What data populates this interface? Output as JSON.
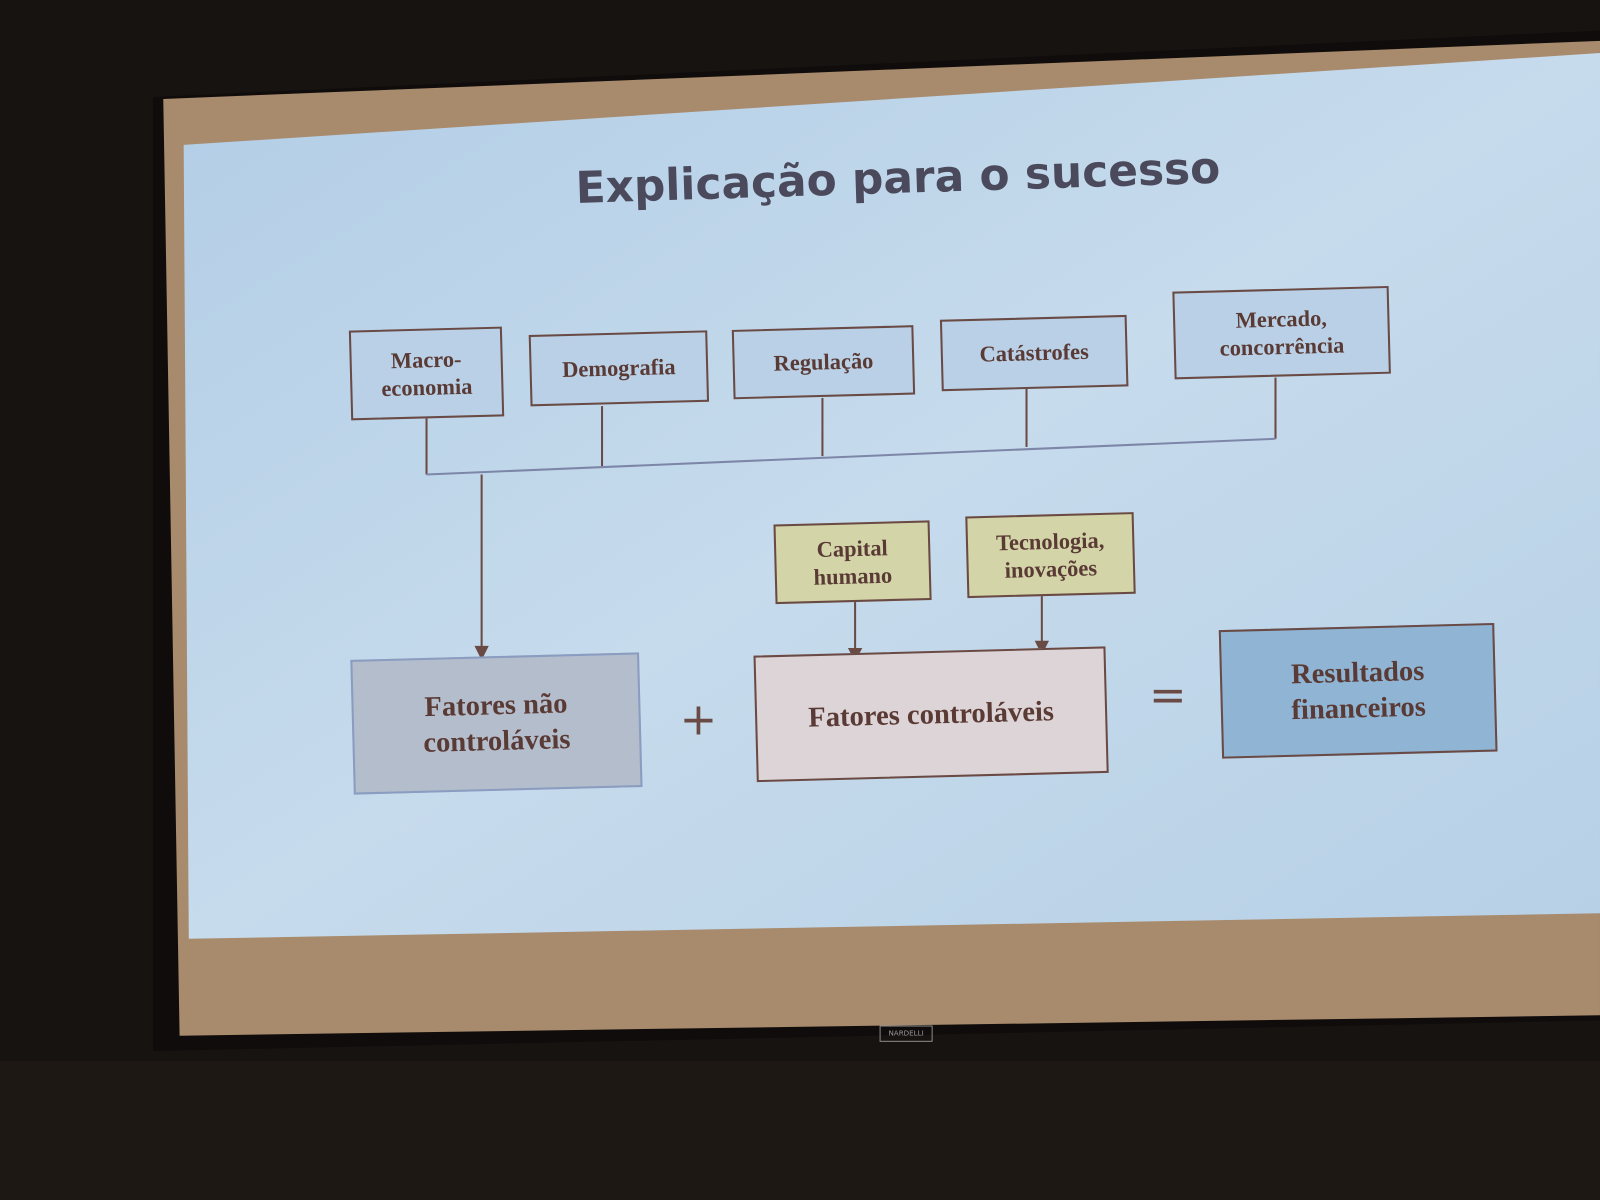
{
  "slide": {
    "title": "Explicação para o sucesso",
    "external_factors": [
      "Macro-\neconomia",
      "Demografia",
      "Regulação",
      "Catástrofes",
      "Mercado,\nconcorrência"
    ],
    "internal_drivers": [
      "Capital\nhumano",
      "Tecnologia,\ninovações"
    ],
    "uncontrollable": "Fatores não\ncontroláveis",
    "plus": "+",
    "controllable": "Fatores controláveis",
    "equals": "=",
    "result": "Resultados\nfinanceiros"
  },
  "screen_brand": "NARDELLI",
  "colors": {
    "slide_bg": "#b9d0e6",
    "line": "#6a4a45",
    "driver_fill": "#d3d4a8",
    "uncontrollable_fill": "#b4bdcc",
    "controllable_fill": "#dcd4d6",
    "result_fill": "#8fb4d4"
  }
}
